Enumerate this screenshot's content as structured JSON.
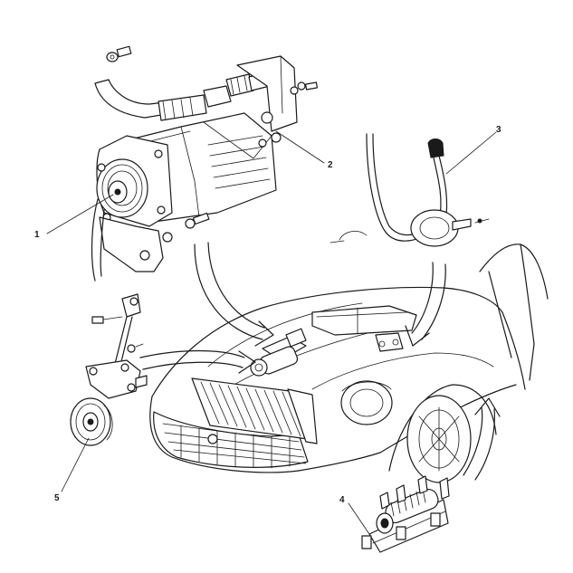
{
  "callouts": [
    {
      "id": "1",
      "label": "1"
    },
    {
      "id": "2",
      "label": "2"
    },
    {
      "id": "3",
      "label": "3"
    },
    {
      "id": "4",
      "label": "4"
    },
    {
      "id": "5",
      "label": "5"
    }
  ],
  "colors": {
    "ink": "#1a1a1a",
    "background": "#ffffff"
  },
  "icons": [
    "compressor-icon",
    "receiver-drier-icon",
    "thermostat-capillary-icon",
    "blower-resistor-icon",
    "idler-pulley-icon",
    "car-body-icon"
  ]
}
